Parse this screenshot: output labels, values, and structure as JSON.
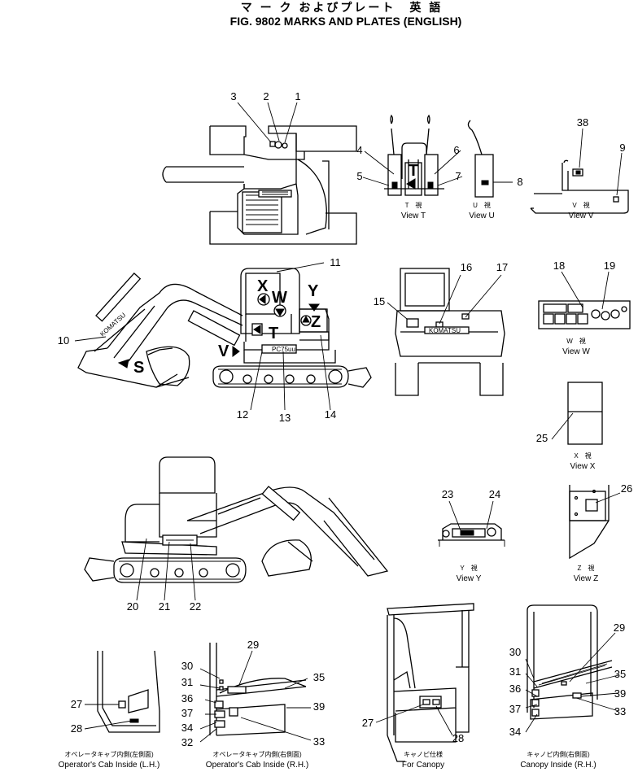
{
  "title": {
    "jp": "マ ー ク およびプレート　英 語",
    "en": "FIG. 9802  MARKS AND PLATES (ENGLISH)"
  },
  "view_letters": {
    "x": "X",
    "w": "W",
    "y": "Y",
    "z": "Z",
    "t": "T",
    "v": "V",
    "s": "S"
  },
  "machine_text": {
    "komatsu": "KOMATSU",
    "model": "PC75uu"
  },
  "views": [
    {
      "jp": "T　視",
      "en": "View  T"
    },
    {
      "jp": "U　視",
      "en": "View  U"
    },
    {
      "jp": "V　視",
      "en": "View  V"
    },
    {
      "jp": "W　視",
      "en": "View  W"
    },
    {
      "jp": "X　視",
      "en": "View  X"
    },
    {
      "jp": "Y　視",
      "en": "View  Y"
    },
    {
      "jp": "Z　視",
      "en": "View  Z"
    }
  ],
  "bottom_captions": [
    {
      "jp": "オペレータキャブ内側(左側面)",
      "en": "Operator's Cab Inside (L.H.)"
    },
    {
      "jp": "オペレータキャブ内側(右側面)",
      "en": "Operator's Cab Inside (R.H.)"
    },
    {
      "jp": "キャノピ仕様",
      "en": "For Canopy"
    },
    {
      "jp": "キャノピ内側(右側面)",
      "en": "Canopy Inside (R.H.)"
    }
  ],
  "callouts": [
    "1",
    "2",
    "3",
    "4",
    "5",
    "6",
    "7",
    "8",
    "38",
    "9",
    "11",
    "10",
    "12",
    "13",
    "14",
    "15",
    "16",
    "17",
    "18",
    "19",
    "25",
    "20",
    "21",
    "22",
    "23",
    "24",
    "26",
    "29",
    "30",
    "31",
    "35",
    "36",
    "39",
    "37",
    "34",
    "33",
    "32",
    "27",
    "28",
    "27",
    "28",
    "29",
    "30",
    "31",
    "35",
    "36",
    "39",
    "37",
    "33",
    "34"
  ]
}
